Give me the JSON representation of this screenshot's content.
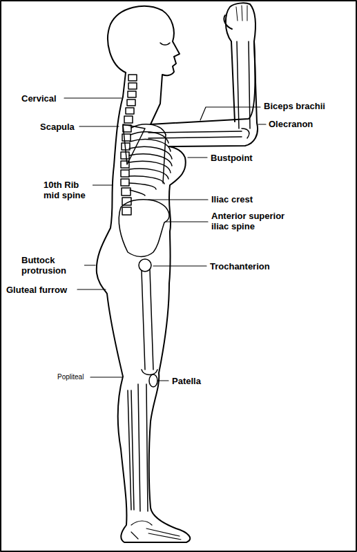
{
  "diagram": {
    "labels": [
      "Cervical",
      "Biceps brachii",
      "Olecranon",
      "Scapula",
      "Bustpoint",
      "10th Rib mid spine",
      "Iliac crest",
      "Anterior superior iliac spine",
      "Buttock protrusion",
      "Trochanterion",
      "Gluteal furrow",
      "Popliteal",
      "Patella"
    ]
  }
}
